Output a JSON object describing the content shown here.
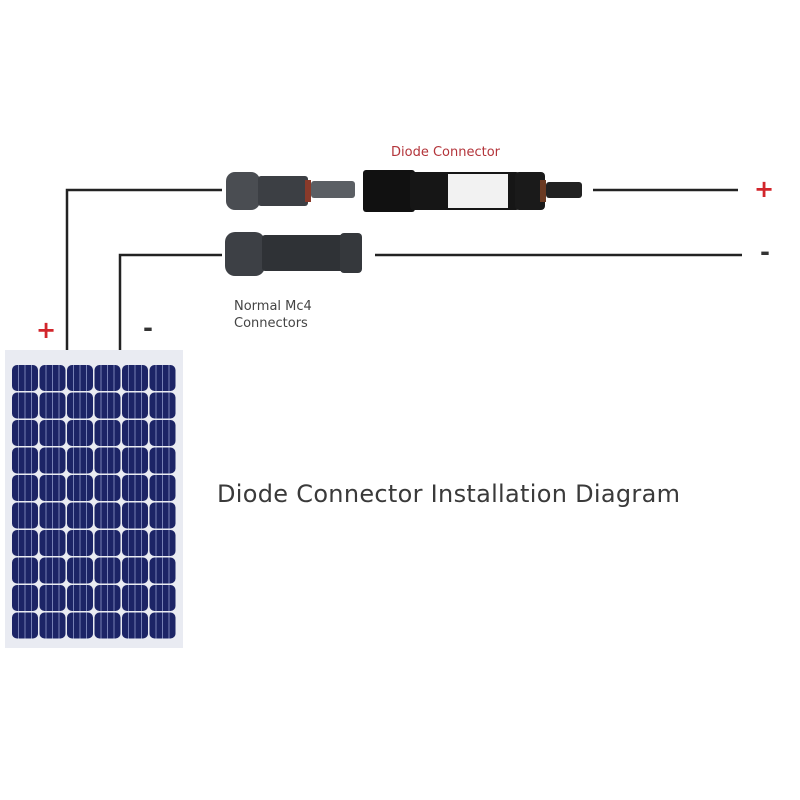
{
  "title": "Diode Connector Installation Diagram",
  "labels": {
    "diode_connector": "Diode Connector",
    "mc4_line1": "Normal Mc4",
    "mc4_line2": "Connectors"
  },
  "signs": {
    "plus": "+",
    "minus": "-"
  },
  "panel": {
    "columns": 6,
    "rows": 10
  },
  "colors": {
    "plus": "#d2252b",
    "wire": "#222222",
    "cell": "#1c2466",
    "panel_frame": "#e9ebf2"
  }
}
